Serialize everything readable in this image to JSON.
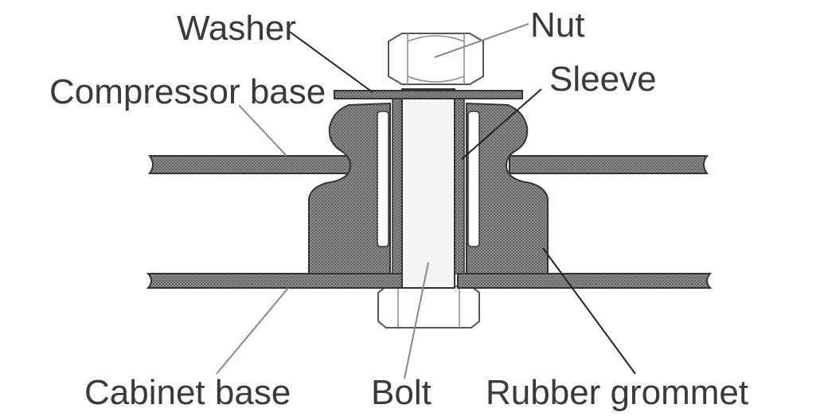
{
  "labels": {
    "washer": "Washer",
    "nut": "Nut",
    "compressor_base": "Compressor base",
    "sleeve": "Sleeve",
    "cabinet_base": "Cabinet base",
    "bolt": "Bolt",
    "rubber_grommet": "Rubber grommet"
  },
  "colors": {
    "fill_pattern_base": "#8a8a8a",
    "fill_pattern_dot": "#5c5c5c",
    "outline": "#333333",
    "bolt_light": "#eeeeee",
    "label_text": "#3a3a3a"
  }
}
